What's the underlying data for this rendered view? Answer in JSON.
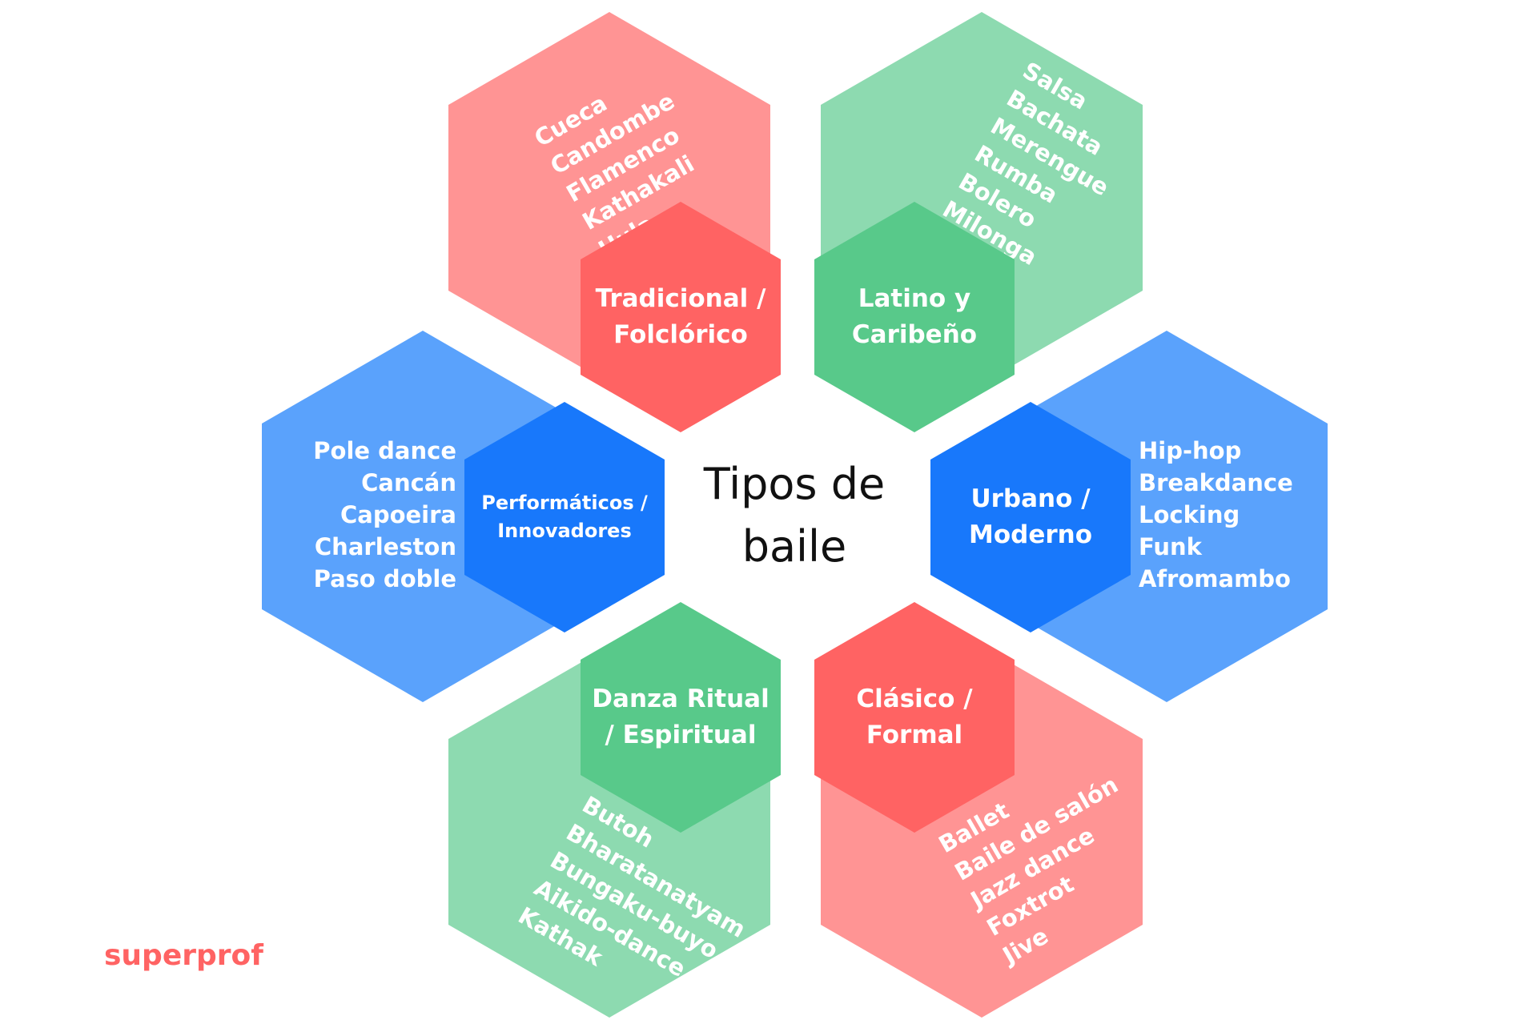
{
  "title": [
    "Tipos de",
    "baile"
  ],
  "brand": "superprof",
  "colors": {
    "red_light": "#ff9494",
    "red": "#ff6363",
    "green_light": "#8ddab0",
    "green": "#58c98a",
    "blue_light": "#5aa2fc",
    "blue": "#1878fb"
  },
  "categories": [
    {
      "id": "tradicional",
      "label_lines": [
        "Tradicional /",
        "Folclórico"
      ],
      "color": "#ff6363",
      "light_color": "#ff9494",
      "items": [
        "Cueca",
        "Candombe",
        "Flamenco",
        "Kathakali",
        "Hula"
      ]
    },
    {
      "id": "latino",
      "label_lines": [
        "Latino y",
        "Caribeño"
      ],
      "color": "#58c98a",
      "light_color": "#8ddab0",
      "items": [
        "Salsa",
        "Bachata",
        "Merengue",
        "Rumba",
        "Bolero",
        "Milonga"
      ]
    },
    {
      "id": "urbano",
      "label_lines": [
        "Urbano /",
        "Moderno"
      ],
      "color": "#1878fb",
      "light_color": "#5aa2fc",
      "items": [
        "Hip-hop",
        "Breakdance",
        "Locking",
        "Funk",
        "Afromambo"
      ]
    },
    {
      "id": "clasico",
      "label_lines": [
        "Clásico /",
        "Formal"
      ],
      "color": "#ff6363",
      "light_color": "#ff9494",
      "items": [
        "Ballet",
        "Baile de salón",
        "Jazz dance",
        "Foxtrot",
        "Jive"
      ]
    },
    {
      "id": "ritual",
      "label_lines": [
        "Danza Ritual",
        "/ Espiritual"
      ],
      "color": "#58c98a",
      "light_color": "#8ddab0",
      "items": [
        "Butoh",
        "Bharatanatyam",
        "Bungaku-buyo",
        "Aikido-dance",
        "Kathak"
      ]
    },
    {
      "id": "performaticos",
      "label_lines": [
        "Performáticos /",
        "Innovadores"
      ],
      "color": "#1878fb",
      "light_color": "#5aa2fc",
      "items": [
        "Pole dance",
        "Cancán",
        "Capoeira",
        "Charleston",
        "Paso doble"
      ]
    }
  ]
}
